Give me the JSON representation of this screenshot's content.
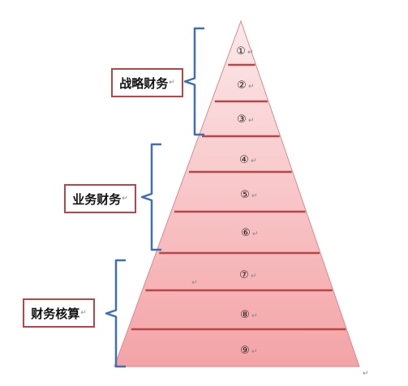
{
  "levels": [
    "①",
    "②",
    "③",
    "④",
    "⑤",
    "⑥",
    "⑦",
    "⑧",
    "⑨"
  ],
  "return_mark": "↵",
  "groups": [
    {
      "label": "战略财务",
      "levels": [
        1,
        3
      ]
    },
    {
      "label": "业务财务",
      "levels": [
        4,
        6
      ]
    },
    {
      "label": "财务核算",
      "levels": [
        7,
        9
      ]
    }
  ],
  "colors": {
    "pyramid_top": "#fce9ea",
    "pyramid_bottom": "#f4a3a6",
    "divider": "#b5474b",
    "bracket": "#3f6fb5",
    "label_border": "#b5474b"
  }
}
